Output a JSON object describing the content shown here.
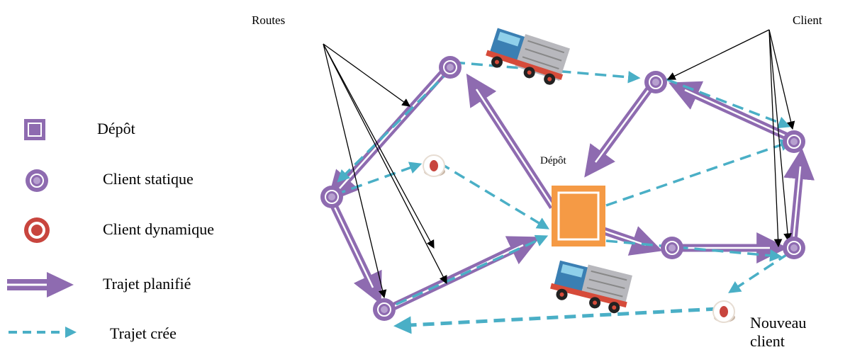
{
  "labels": {
    "routes": "Routes",
    "client": "Client",
    "depot_center": "Dépôt",
    "new_client_line1": "Nouveau",
    "new_client_line2": "client"
  },
  "legend": [
    {
      "icon": "depot-icon",
      "text": "Dépôt"
    },
    {
      "icon": "static-client-icon",
      "text": "Client statique"
    },
    {
      "icon": "dynamic-client-icon",
      "text": "Client dynamique"
    },
    {
      "icon": "planned-route-arrow-icon",
      "text": "Trajet planifié"
    },
    {
      "icon": "created-route-dashed-arrow-icon",
      "text": "Trajet  crée"
    }
  ],
  "colors": {
    "planned_route": "#8e6bb0",
    "created_route": "#4aafc6",
    "depot_fill": "#f59a45",
    "static_client": "#8e6bb0",
    "dynamic_client": "#c8453e",
    "pointer": "#000000"
  }
}
